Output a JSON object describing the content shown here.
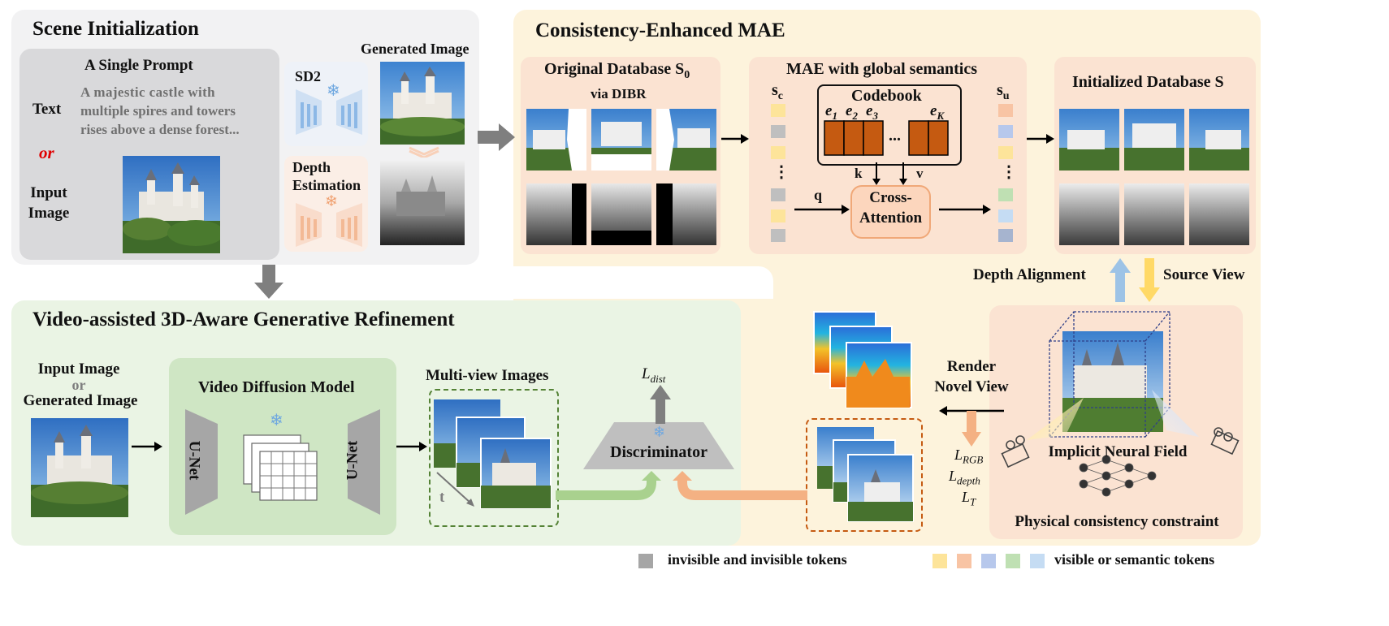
{
  "scene_init": {
    "title": "Scene Initialization",
    "prompt_title": "A Single Prompt",
    "text_label": "Text",
    "or_label": "or",
    "input_label_1": "Input",
    "input_label_2": "Image",
    "prompt_line_1": "A majestic castle with",
    "prompt_line_2": "multiple spires and towers",
    "prompt_line_3": "rises above a dense forest...",
    "sd2_label": "SD2",
    "depth_label_1": "Depth",
    "depth_label_2": "Estimation",
    "generated_label": "Generated Image"
  },
  "mae": {
    "title": "Consistency-Enhanced MAE",
    "orig_db_title": "Original Database S",
    "orig_db_sub": "0",
    "via": "via DIBR",
    "mae_title": "MAE with global semantics",
    "codebook": "Codebook",
    "e1": "e",
    "e1s": "1",
    "e2": "e",
    "e2s": "2",
    "e3": "e",
    "e3s": "3",
    "ek": "e",
    "eks": "K",
    "dots": "...",
    "k": "k",
    "v": "v",
    "q": "q",
    "cross_1": "Cross-",
    "cross_2": "Attention",
    "sc": "s",
    "sc_sub": "c",
    "su": "s",
    "su_sub": "u",
    "vdots": "⋮",
    "init_db_title": "Initialized Database S"
  },
  "right": {
    "depth_alignment": "Depth Alignment",
    "source_view": "Source View",
    "render_1": "Render",
    "render_2": "Novel View",
    "l_rgb": "L",
    "l_rgb_sub": "RGB",
    "l_depth": "L",
    "l_depth_sub": "depth",
    "l_t": "L",
    "l_t_sub": "T",
    "inf": "Implicit Neural Field",
    "pcc": "Physical consistency constraint"
  },
  "refine": {
    "title": "Video-assisted 3D-Aware Generative Refinement",
    "input_1": "Input Image",
    "input_or": "or",
    "input_2": "Generated Image",
    "vdm": "Video Diffusion Model",
    "unet": "U-Net",
    "multiview": "Multi-view Images",
    "t": "t",
    "ldist": "L",
    "ldist_sub": "dist",
    "disc": "Discriminator"
  },
  "legend": {
    "gray_text": "invisible and invisible tokens",
    "color_text": "visible or semantic tokens",
    "colors": [
      "#fde49a",
      "#f8c4a4",
      "#b7c8ec",
      "#bfe0b3",
      "#c5dcf3"
    ]
  },
  "colors": {
    "scene_bg": "#f2f2f3",
    "mae_bg": "#fdf3dc",
    "refine_bg": "#eaf4e4",
    "box_bg": "#fbe3d2",
    "codebook_cell": "#c55a11",
    "arrow_green": "#a9d18e",
    "arrow_orange": "#f4b183",
    "arrow_blue": "#9dc3e6",
    "arrow_yellow": "#ffd966"
  }
}
